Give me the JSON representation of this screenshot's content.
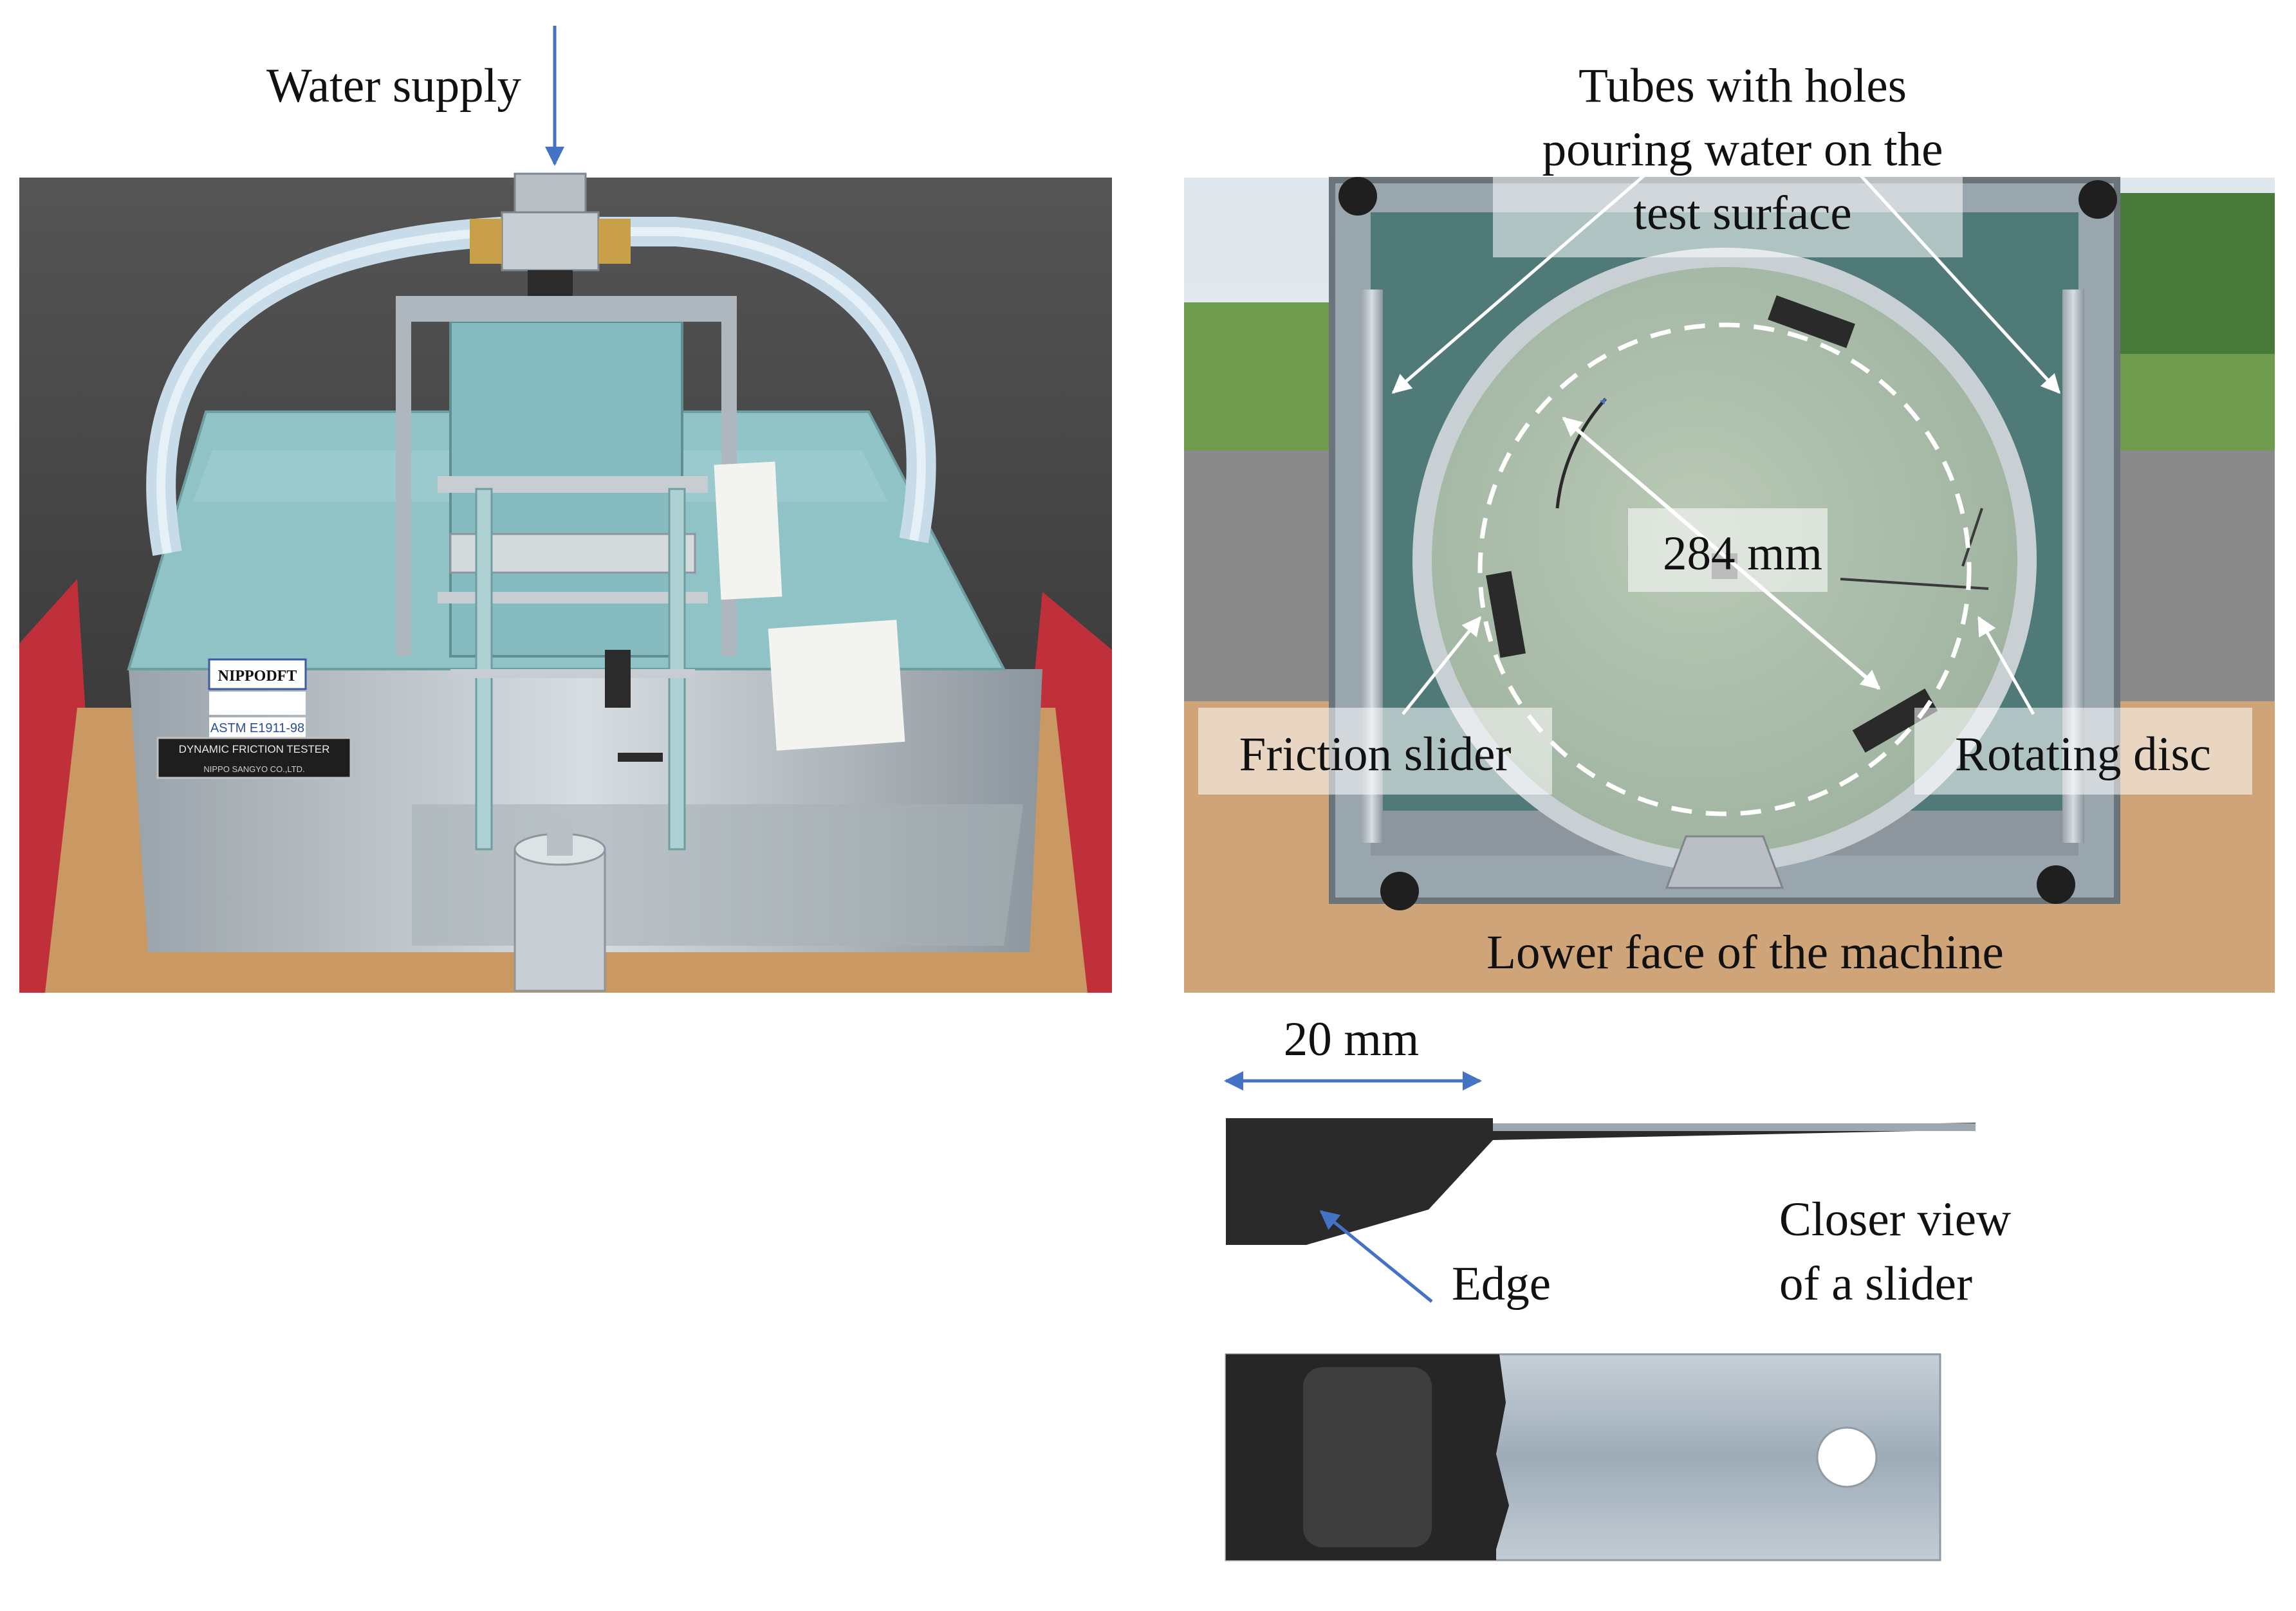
{
  "labels": {
    "water_supply": "Water supply",
    "tubes_line1": "Tubes with holes",
    "tubes_line2": "pouring water on the",
    "tubes_line3": "test surface",
    "diameter": "284 mm",
    "friction_slider": "Friction slider",
    "rotating_disc": "Rotating disc",
    "lower_face": "Lower face of the machine",
    "width_20mm": "20 mm",
    "edge": "Edge",
    "closer_line1": "Closer view",
    "closer_line2": "of a slider"
  },
  "tester_nameplates": {
    "brand": "NIPPODFT",
    "standard": "ASTM E1911-98",
    "model": "DYNAMIC FRICTION TESTER",
    "maker": "NIPPO SANGYO CO.,LTD."
  },
  "colors": {
    "arrow_blue": "#4472c4",
    "body_teal": "#8fc3c6",
    "asphalt": "#3e3e3e",
    "trailer_red": "#c0303a",
    "plywood": "#c99863",
    "rubber": "#2a2a2a",
    "aluminium": "#b8c3cc"
  }
}
